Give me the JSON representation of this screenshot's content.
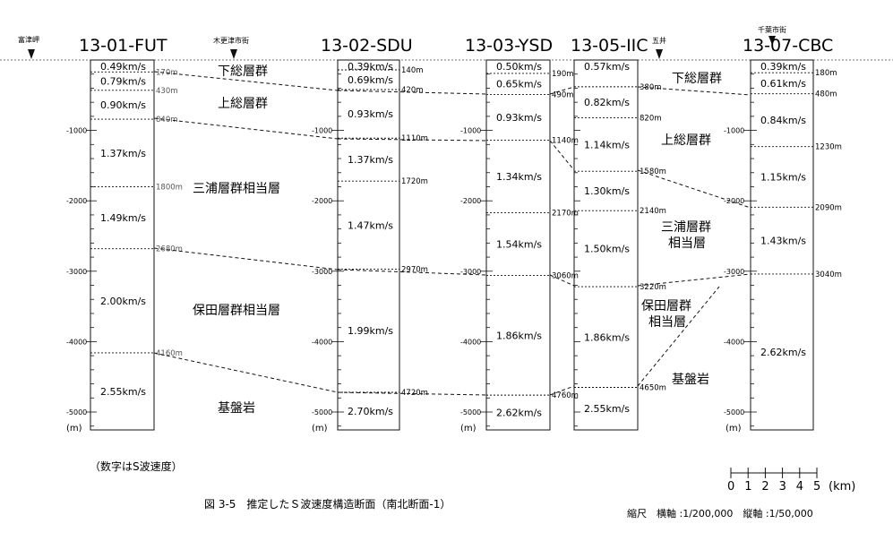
{
  "locations": [
    {
      "name": "富津岬"
    },
    {
      "name": "木更津市街"
    },
    {
      "name": "五井"
    },
    {
      "name": "千葉市街"
    }
  ],
  "columns": [
    {
      "id": "13-01-FUT",
      "title": "13-01-FUT",
      "ticks": [
        "-1000",
        "-2000",
        "-3000",
        "-4000",
        "-5000"
      ],
      "unit": "(m)",
      "velocities": [
        "0.49km/s",
        "0.79km/s",
        "0.90km/s",
        "1.37km/s",
        "1.49km/s",
        "2.00km/s",
        "2.55km/s"
      ],
      "depths": [
        "170m",
        "430m",
        "840m",
        "1800m",
        "2680m",
        "4160m"
      ]
    },
    {
      "id": "13-02-SDU",
      "title": "13-02-SDU",
      "ticks": [
        "-1000",
        "-2000",
        "-3000",
        "-4000",
        "-5000"
      ],
      "unit": "(m)",
      "velocities": [
        "0.39km/s",
        "0.69km/s",
        "0.93km/s",
        "1.37km/s",
        "1.47km/s",
        "1.99km/s",
        "2.70km/s"
      ],
      "depths": [
        "140m",
        "420m",
        "1110m",
        "1720m",
        "2970m",
        "4720m"
      ]
    },
    {
      "id": "13-03-YSD",
      "title": "13-03-YSD",
      "ticks": [
        "-1000",
        "-2000",
        "-3000",
        "-4000",
        "-5000"
      ],
      "unit": "(m)",
      "velocities": [
        "0.50km/s",
        "0.65km/s",
        "0.93km/s",
        "1.34km/s",
        "1.54km/s",
        "1.86km/s",
        "2.62km/s"
      ],
      "depths": [
        "190m",
        "490m",
        "1140m",
        "2170m",
        "3060m",
        "4760m"
      ]
    },
    {
      "id": "13-05-IIC",
      "title": "13-05-IIC",
      "velocities": [
        "0.57km/s",
        "0.82km/s",
        "1.14km/s",
        "1.30km/s",
        "1.50km/s",
        "1.86km/s",
        "2.55km/s"
      ],
      "depths": [
        "380m",
        "820m",
        "1580m",
        "2140m",
        "3220m",
        "4650m"
      ]
    },
    {
      "id": "13-07-CBC",
      "title": "13-07-CBC",
      "ticks": [
        "-1000",
        "-2000",
        "-3000",
        "-4000",
        "-5000"
      ],
      "unit": "(m)",
      "velocities": [
        "0.39km/s",
        "0.61km/s",
        "0.84km/s",
        "1.15km/s",
        "1.43km/s",
        "2.62km/s"
      ],
      "depths": [
        "180m",
        "480m",
        "1230m",
        "2090m",
        "3040m"
      ]
    }
  ],
  "formations_left": [
    "下総層群",
    "上総層群",
    "三浦層群相当層",
    "保田層群相当層",
    "基盤岩"
  ],
  "formations_right": [
    "下総層群",
    "上総層群",
    "三浦層群\n相当層",
    "保田層群\n相当層",
    "基盤岩"
  ],
  "note": "（数字はS波速度）",
  "caption": "図 3-5　推定したＳ波速度構造断面（南北断面-1）",
  "scale": {
    "labels": [
      "0",
      "1",
      "2",
      "3",
      "4",
      "5"
    ],
    "unit": "(km)"
  },
  "scale_text": "縮尺　横軸 :1/200,000　縦軸 :1/50,000"
}
